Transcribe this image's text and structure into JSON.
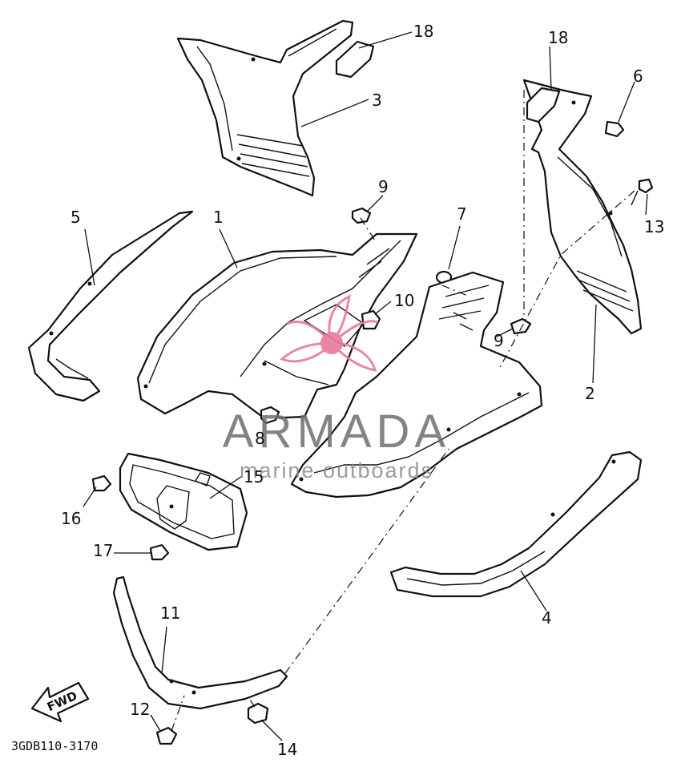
{
  "diagram_code": "3GDB110-3170",
  "fwd_label": "FWD",
  "watermark": {
    "title": "ARMADA",
    "subtitle": "marine outboards",
    "logo_color": "#e8789a",
    "text_color": "#6e6e6e"
  },
  "callouts": {
    "c1": "1",
    "c2": "2",
    "c3": "3",
    "c4": "4",
    "c5": "5",
    "c6": "6",
    "c7": "7",
    "c8": "8",
    "c9a": "9",
    "c9b": "9",
    "c10": "10",
    "c11": "11",
    "c12": "12",
    "c13": "13",
    "c14": "14",
    "c15": "15",
    "c16": "16",
    "c17": "17",
    "c18a": "18",
    "c18b": "18"
  }
}
